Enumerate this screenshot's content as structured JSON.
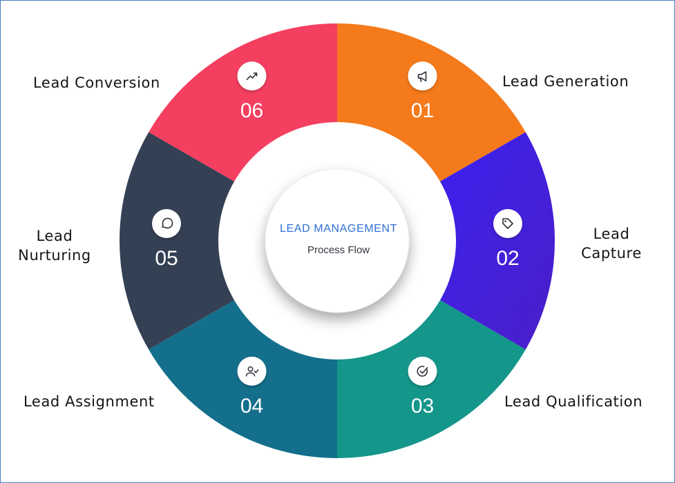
{
  "center": {
    "title": "LEAD MANAGEMENT",
    "subtitle": "Process Flow",
    "title_color": "#2f6fd6"
  },
  "steps": [
    {
      "number": "01",
      "label": "Lead Generation",
      "label_lines": [
        "Lead Generation"
      ],
      "color": "#f57a1c",
      "icon": "megaphone-icon"
    },
    {
      "number": "02",
      "label": "Lead Capture",
      "label_lines": [
        "Lead",
        "Capture"
      ],
      "color": "#3b1fe0",
      "color2": "#4a22d8",
      "icon": "tag-icon"
    },
    {
      "number": "03",
      "label": "Lead Qualification",
      "label_lines": [
        "Lead Qualification"
      ],
      "color": "#14968a",
      "icon": "check-circle-icon"
    },
    {
      "number": "04",
      "label": "Lead Assignment",
      "label_lines": [
        "Lead Assignment"
      ],
      "color": "#136f8b",
      "icon": "user-check-icon"
    },
    {
      "number": "05",
      "label": "Lead Nurturing",
      "label_lines": [
        "Lead",
        "Nurturing"
      ],
      "color": "#344054",
      "icon": "chat-bubble-icon"
    },
    {
      "number": "06",
      "label": "Lead Conversion",
      "label_lines": [
        "Lead Conversion"
      ],
      "color": "#f43f60",
      "icon": "trending-up-icon"
    }
  ]
}
